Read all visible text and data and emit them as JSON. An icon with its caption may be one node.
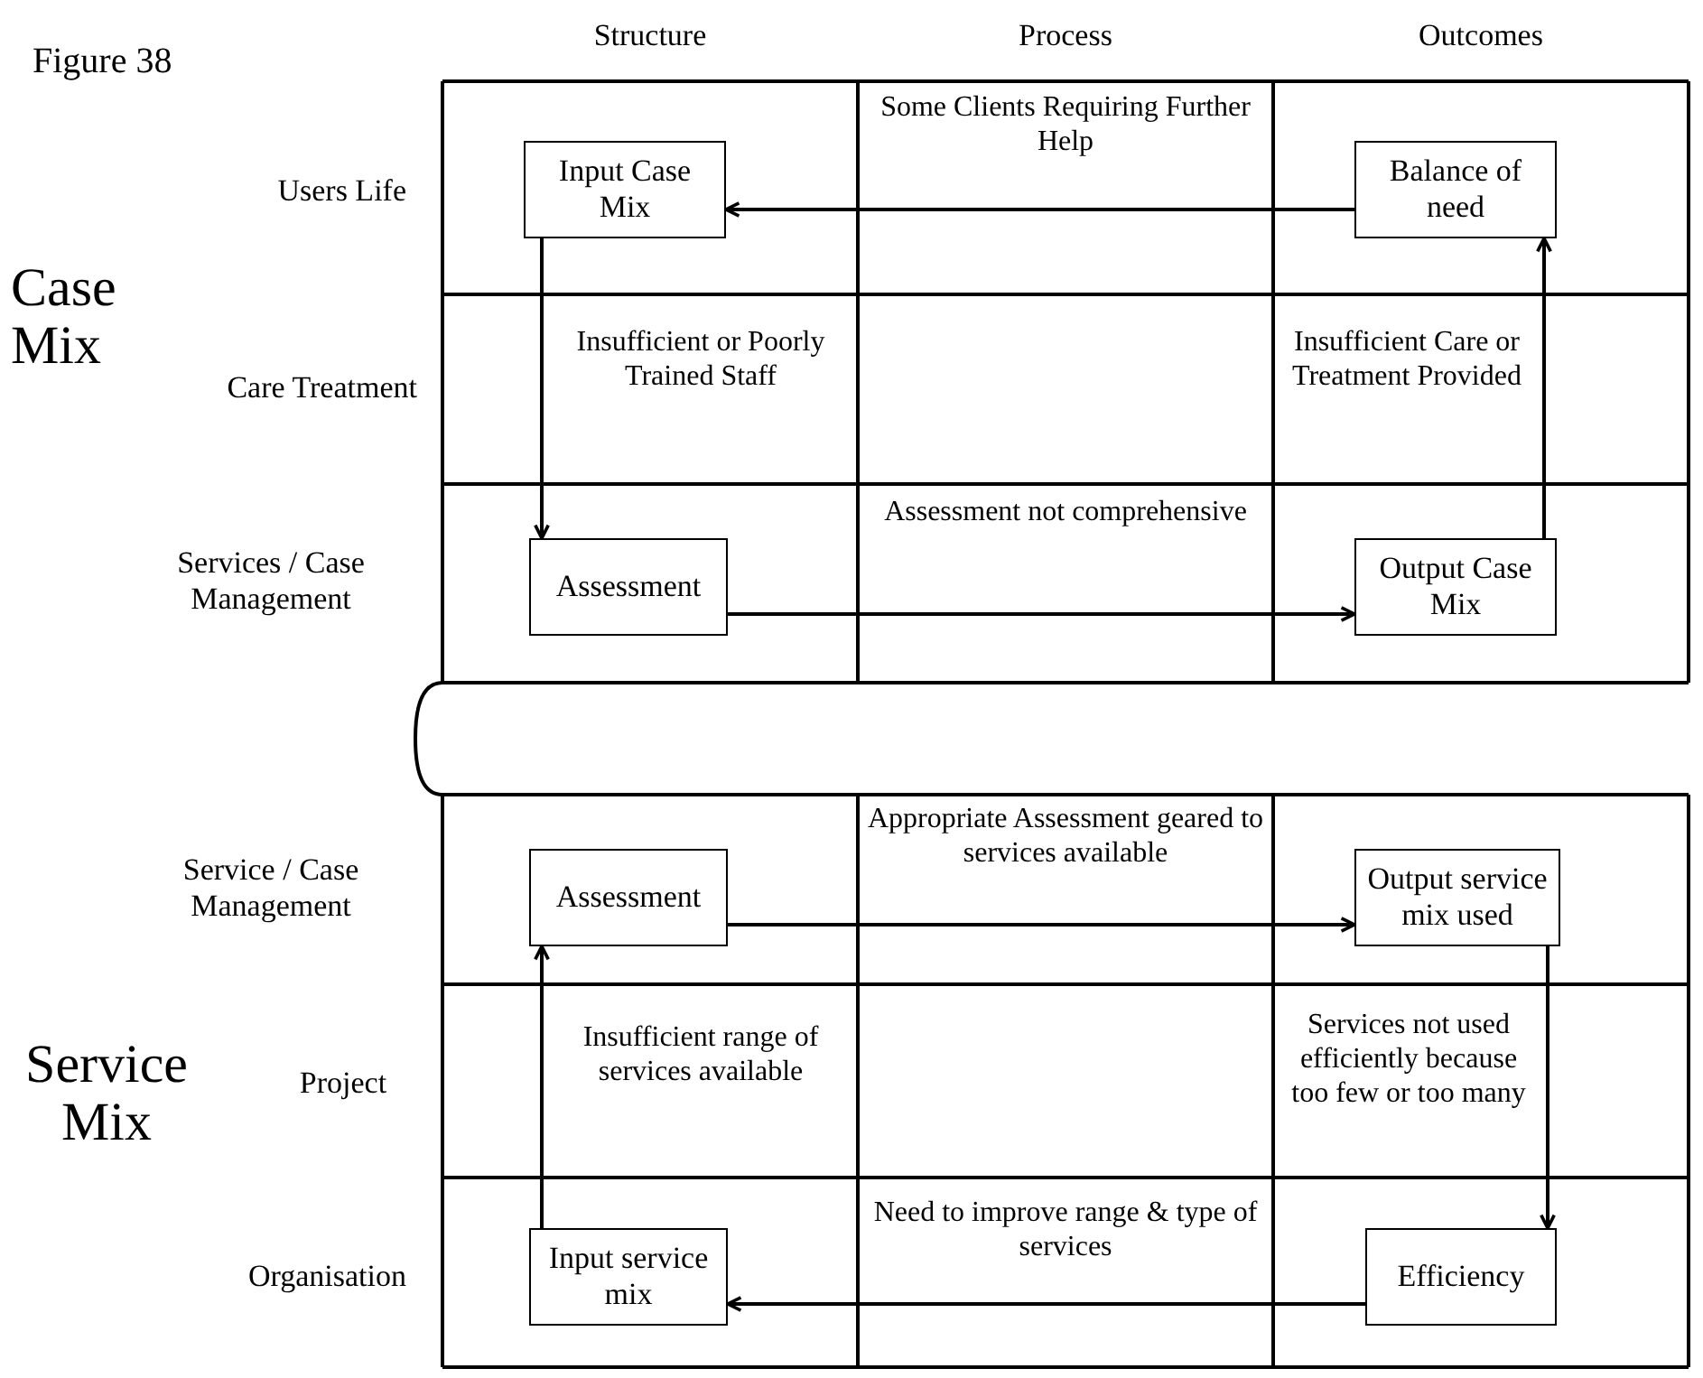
{
  "diagram": {
    "title": "Figure 38",
    "nodes": [
      {
        "text": [
          "Input Case Mix"
        ]
      },
      {
        "text": [
          "Balance of need"
        ]
      },
      {
        "text": [
          "Assessment"
        ]
      },
      {
        "text": [
          "Output Case Mix"
        ]
      },
      {
        "text": [
          "Assessment"
        ]
      },
      {
        "text": [
          "Output service mix used"
        ]
      },
      {
        "text": [
          "Input service mix"
        ]
      },
      {
        "text": [
          "Efficiency"
        ]
      }
    ],
    "edges": [
      {
        "from": 1,
        "to": 0,
        "arrow": "to",
        "label": "Some Clients Requiring Further Help"
      },
      {
        "from": 0,
        "to": 2,
        "arrow": "to",
        "label": "Insufficient or Poorly Trained Staff"
      },
      {
        "from": 2,
        "to": 3,
        "arrow": "to",
        "label": "Assessment not comprehensive"
      },
      {
        "from": 3,
        "to": 1,
        "arrow": "to",
        "label": "Insufficient Care or Treatment Provided"
      },
      {
        "from": 4,
        "to": 5,
        "arrow": "to",
        "label": "Appropriate Assessment geared to services available"
      },
      {
        "from": 6,
        "to": 4,
        "arrow": "to",
        "label": "Insufficient range of services available"
      },
      {
        "from": 5,
        "to": 7,
        "arrow": "to",
        "label": "Services not used efficiently because too few or too many"
      },
      {
        "from": 7,
        "to": 6,
        "arrow": "to",
        "label": "Need to improve range & type of services"
      }
    ],
    "labels": [
      "Structure",
      "Process",
      "Outcomes",
      "Users Life",
      "Case Mix",
      "Care Treatment",
      "Services / Case Management",
      "Service / Case Management",
      "Service Mix",
      "Project",
      "Organisation"
    ]
  }
}
